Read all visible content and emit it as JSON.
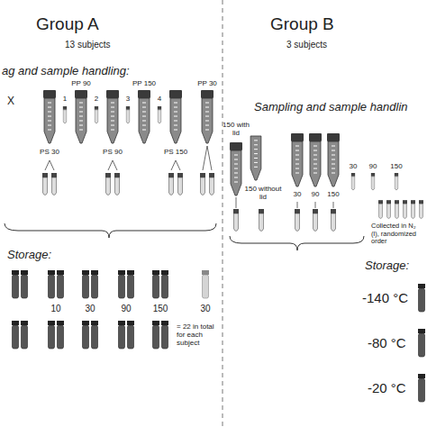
{
  "diagram": {
    "labels": [
      "Group A",
      "13 subjects",
      "ag and sample handling:",
      "X",
      "PP 90",
      "PP 150",
      "PP 30",
      "1",
      "2",
      "3",
      "4",
      "PS 30",
      "PS 90",
      "PS 150",
      "Storage:",
      "10",
      "30",
      "90",
      "150",
      "30",
      "= 22 in total for each subject",
      "Group B",
      "3 subjects",
      "Sampling and sample handlin",
      "150 with lid",
      "150 without lid",
      "30",
      "90",
      "150",
      "30",
      "90",
      "150",
      "Collected in N₂ (l), randomized order",
      "Storage:",
      "-140 °C",
      "-80 °C",
      "-20 °C"
    ]
  }
}
